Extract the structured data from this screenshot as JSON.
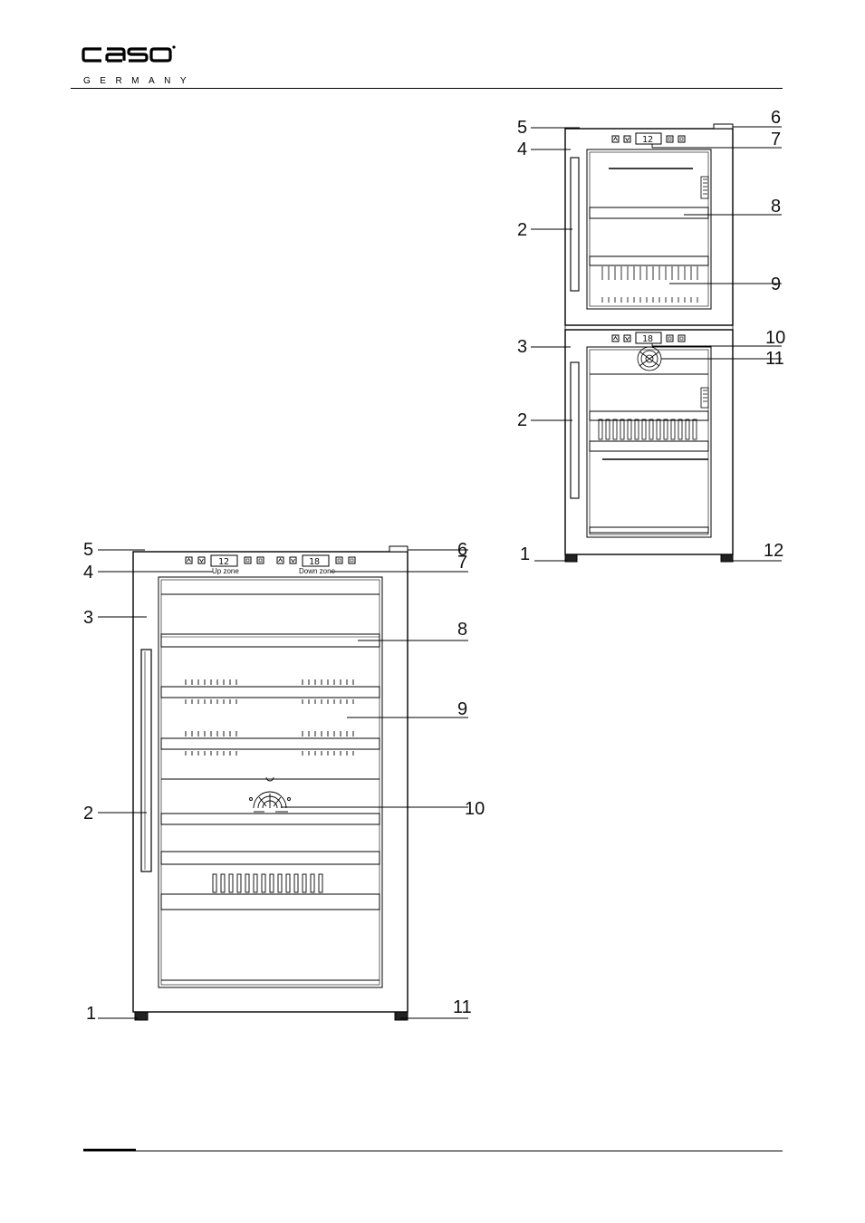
{
  "header": {
    "brand": "caso",
    "brand_sub": "GERMANY"
  },
  "large_unit": {
    "display_up": "12",
    "display_down": "18",
    "zone_up_label": "Up zone",
    "zone_down_label": "Down zone",
    "callouts": {
      "c1": "1",
      "c2": "2",
      "c3": "3",
      "c4": "4",
      "c5": "5",
      "c6": "6",
      "c7": "7",
      "c8": "8",
      "c9": "9",
      "c10": "10",
      "c11": "11"
    }
  },
  "stacked_unit": {
    "display_top": "12",
    "display_bottom": "18",
    "callouts": {
      "c1": "1",
      "c2a": "2",
      "c2b": "2",
      "c3": "3",
      "c4": "4",
      "c5": "5",
      "c6": "6",
      "c7": "7",
      "c8": "8",
      "c9": "9",
      "c10": "10",
      "c11": "11",
      "c12": "12"
    }
  }
}
